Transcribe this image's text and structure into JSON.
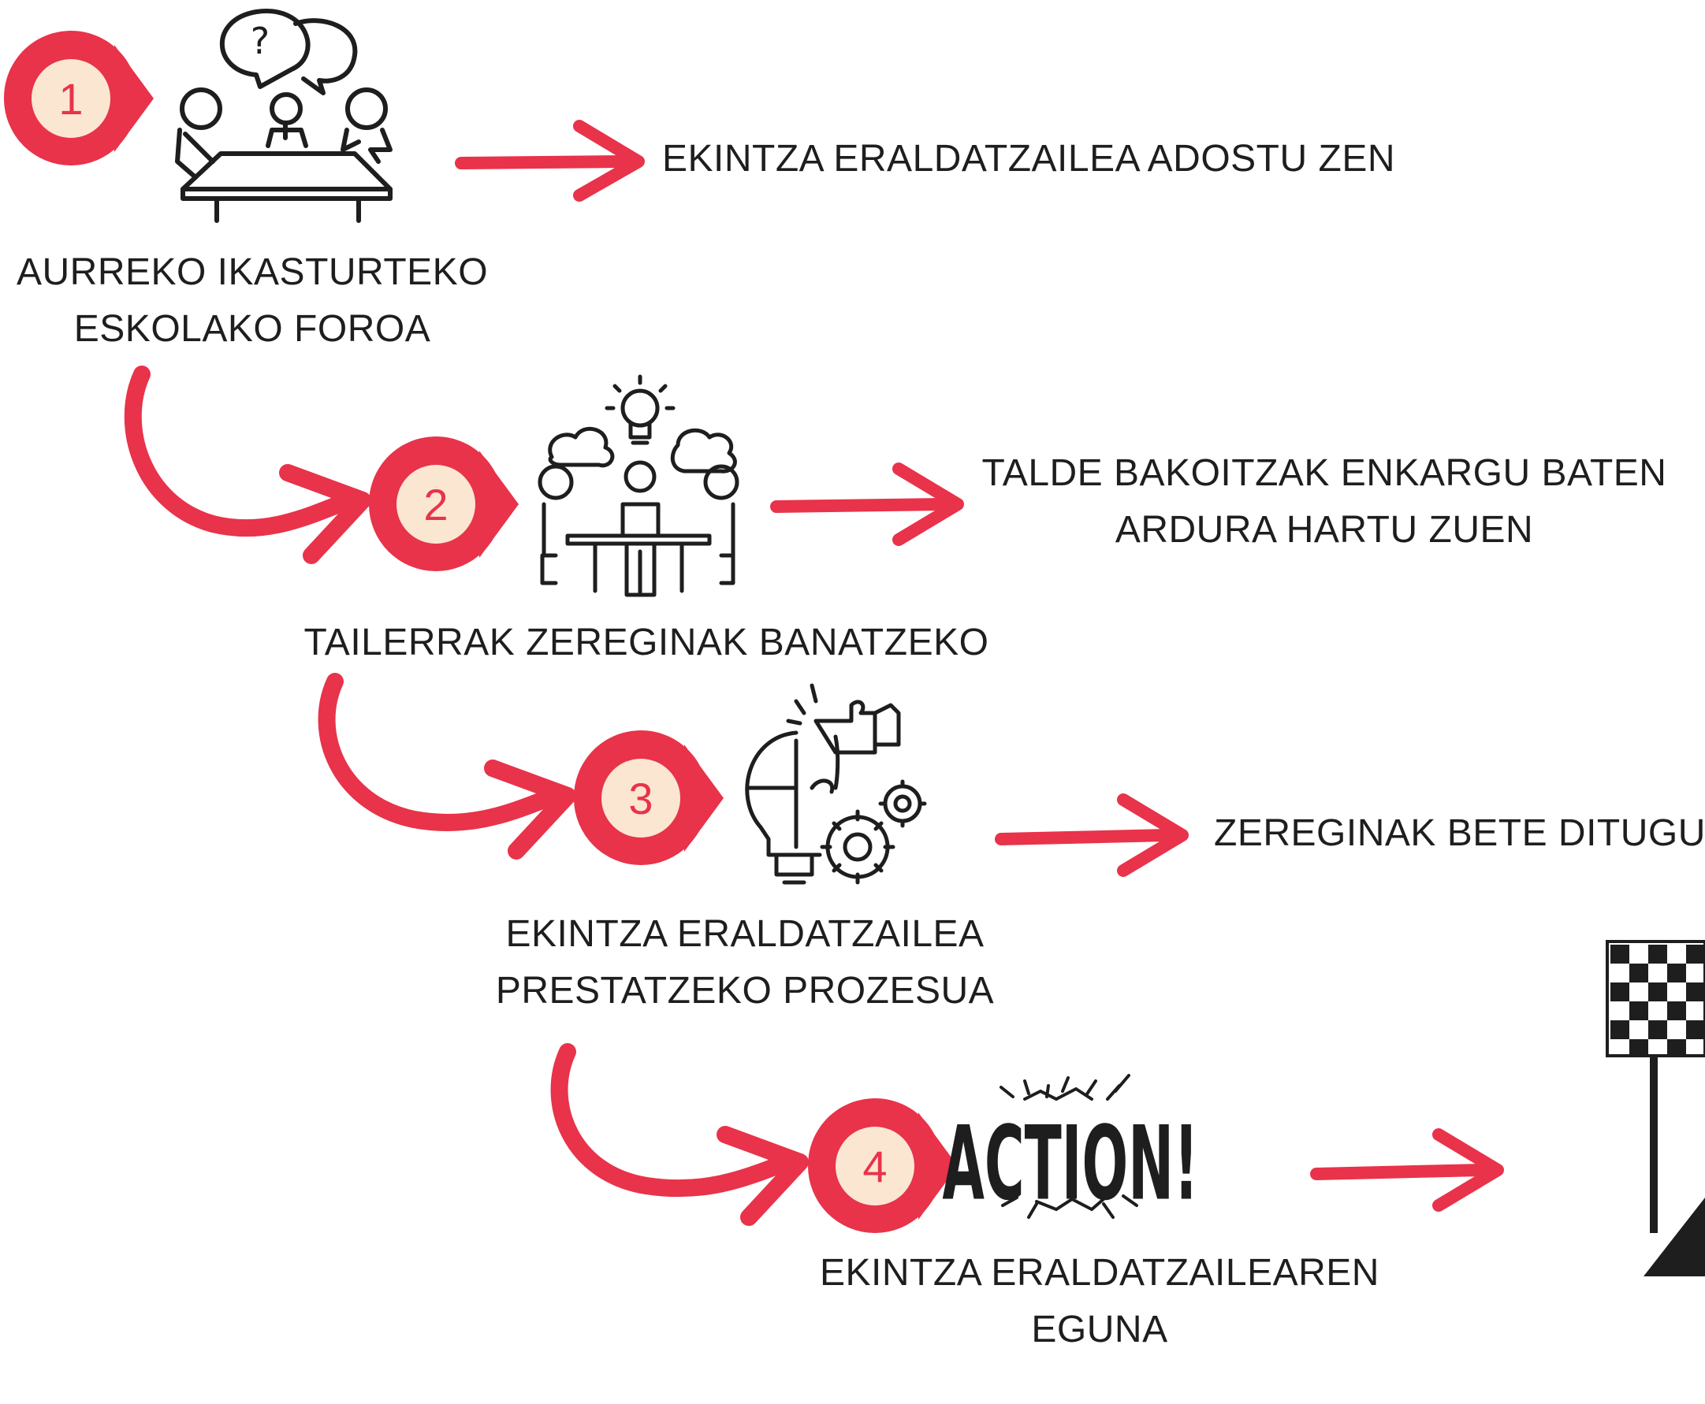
{
  "colors": {
    "accent": "#e8334a",
    "badge_fill": "#fbe6d2",
    "ink": "#1e1e1e"
  },
  "steps": [
    {
      "number": "1",
      "icon": "meeting-table-icon",
      "label_lines": [
        "AURREKO IKASTURTEKO",
        "ESKOLAKO FOROA"
      ],
      "result": [
        "EKINTZA ERALDATZAILEA ADOSTU ZEN"
      ]
    },
    {
      "number": "2",
      "icon": "brainstorm-team-icon",
      "label_lines": [
        "TAILERRAK ZEREGINAK BANATZEKO"
      ],
      "result": [
        "TALDE BAKOITZAK ENKARGU BATEN",
        "ARDURA HARTU ZUEN"
      ]
    },
    {
      "number": "3",
      "icon": "puzzle-bulb-gears-icon",
      "label_lines": [
        "EKINTZA ERALDATZAILEA",
        "PRESTATZEKO  PROZESUA"
      ],
      "result": [
        "ZEREGINAK BETE DITUGU"
      ]
    },
    {
      "number": "4",
      "icon": "action-burst-icon",
      "icon_text": "ACTION!",
      "label_lines": [
        "EKINTZA ERALDATZAILEAREN",
        "EGUNA"
      ],
      "result": []
    }
  ],
  "finish": {
    "icon": "checkered-flag-icon"
  }
}
